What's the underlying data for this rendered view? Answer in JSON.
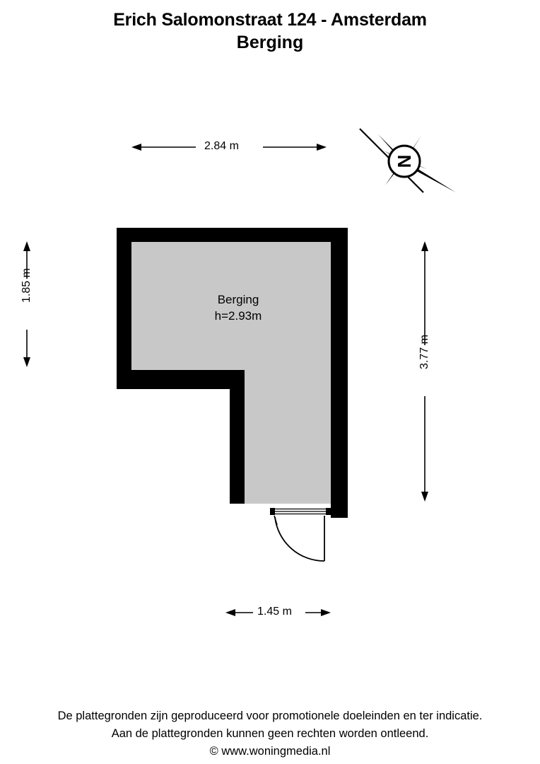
{
  "page": {
    "background_color": "#ffffff",
    "wall_color": "#000000",
    "floor_color": "#c8c8c8"
  },
  "title": {
    "line1": "Erich Salomonstraat 124 - Amsterdam",
    "line2": "Berging"
  },
  "compass": {
    "icon_name": "compass-rose-north-icon",
    "north_letter": "N"
  },
  "room": {
    "name": "Berging",
    "height_label": "h=2.93m"
  },
  "dimensions": {
    "top": "2.84 m",
    "bottom": "1.45 m",
    "left": "1.85 m",
    "right": "3.77 m"
  },
  "door": {
    "icon_name": "door-swing-icon"
  },
  "footer": {
    "line1": "De plattegronden zijn geproduceerd voor promotionele doeleinden en ter indicatie.",
    "line2": "Aan de plattegronden kunnen geen rechten worden ontleend.",
    "line3": "© www.woningmedia.nl"
  }
}
